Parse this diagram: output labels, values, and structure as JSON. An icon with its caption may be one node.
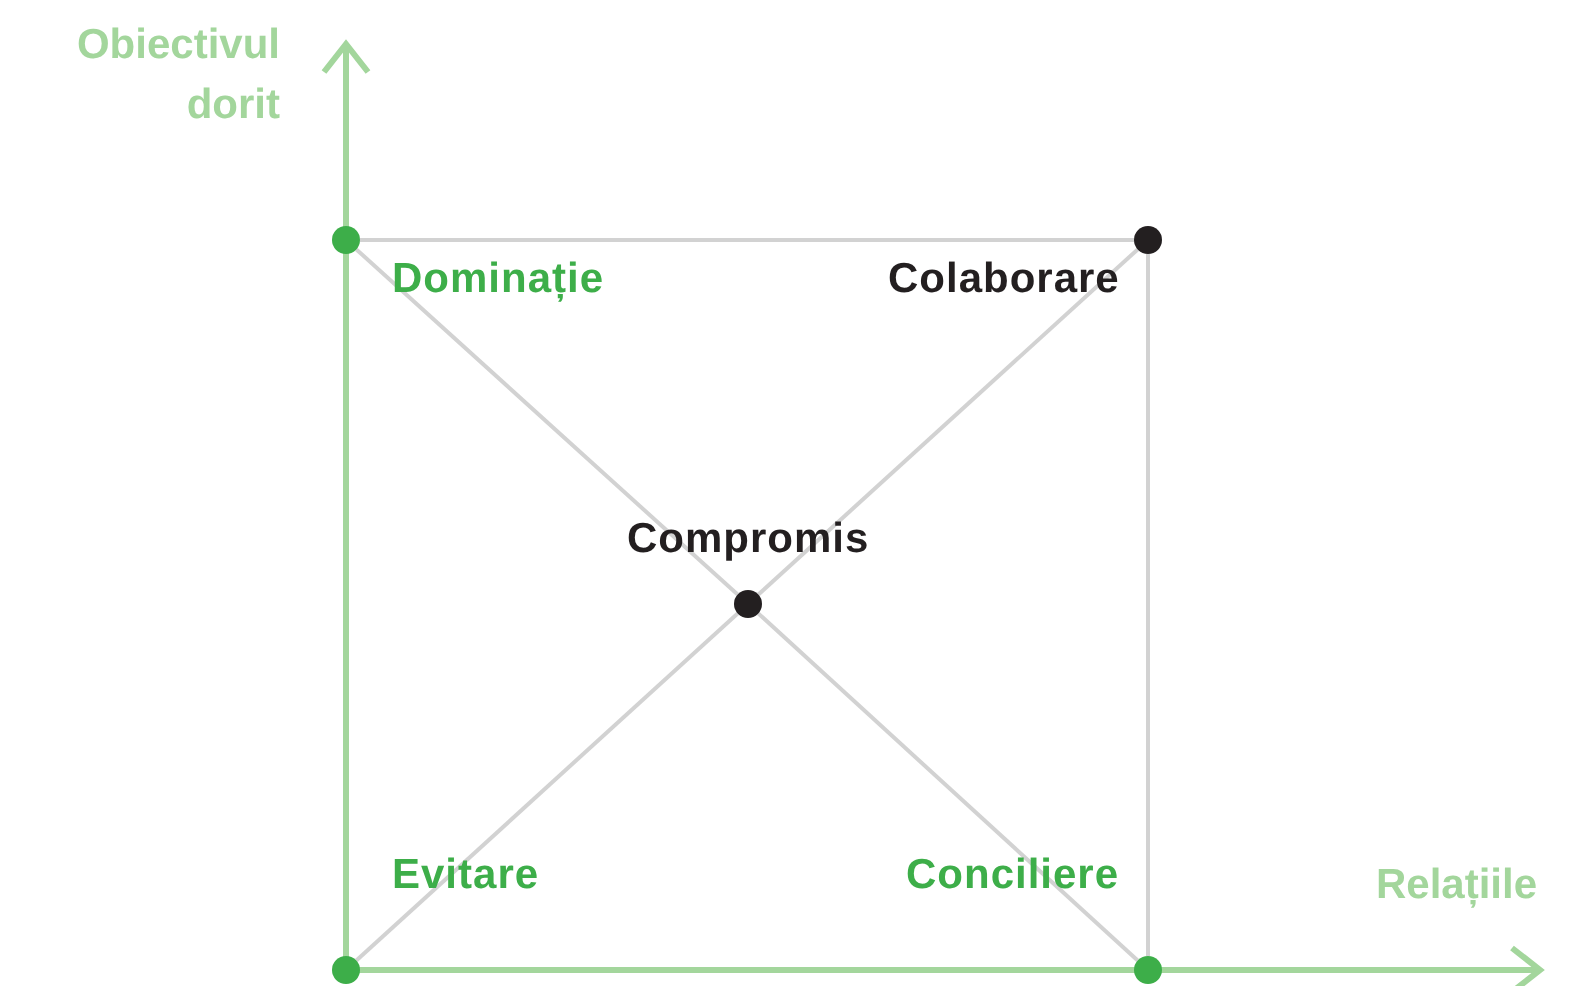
{
  "diagram": {
    "nodes": [
      {
        "text": [],
        "shape": "circle",
        "beside": [
          "Dominație"
        ]
      },
      {
        "text": [],
        "shape": "circle",
        "beside": [
          "Colaborare"
        ]
      },
      {
        "text": [],
        "shape": "circle",
        "beside": [
          "Compromis"
        ]
      },
      {
        "text": [],
        "shape": "circle",
        "beside": [
          "Evitare"
        ]
      },
      {
        "text": [],
        "shape": "circle",
        "beside": [
          "Conciliere"
        ]
      }
    ],
    "edges": [
      {
        "from": 0,
        "to": 1,
        "arrow": "none"
      },
      {
        "from": 1,
        "to": 4,
        "arrow": "none"
      },
      {
        "from": 0,
        "to": 2,
        "arrow": "none"
      },
      {
        "from": 2,
        "to": 4,
        "arrow": "none"
      },
      {
        "from": 3,
        "to": 2,
        "arrow": "none"
      },
      {
        "from": 2,
        "to": 1,
        "arrow": "none"
      }
    ],
    "labels": [
      "Obiectivul dorit",
      "Relațiile"
    ]
  }
}
